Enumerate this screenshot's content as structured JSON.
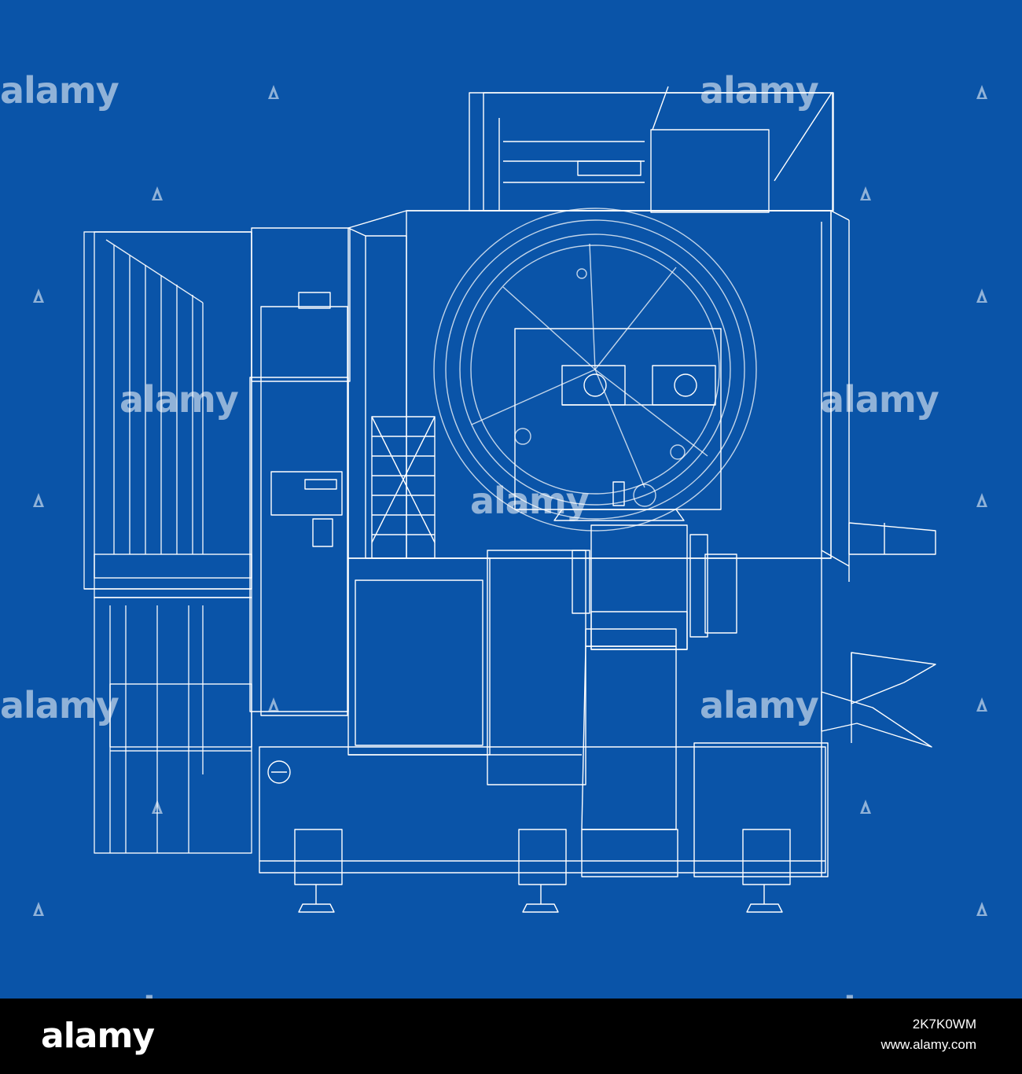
{
  "watermark": {
    "text": "alamy",
    "icon": "a-triangle-logo-icon"
  },
  "footer": {
    "logo": "alamy",
    "image_id": "2K7K0WM",
    "site": "www.alamy.com"
  },
  "colors": {
    "background": "#0a54a8",
    "lines": "#ffffff",
    "footer": "#000000"
  }
}
